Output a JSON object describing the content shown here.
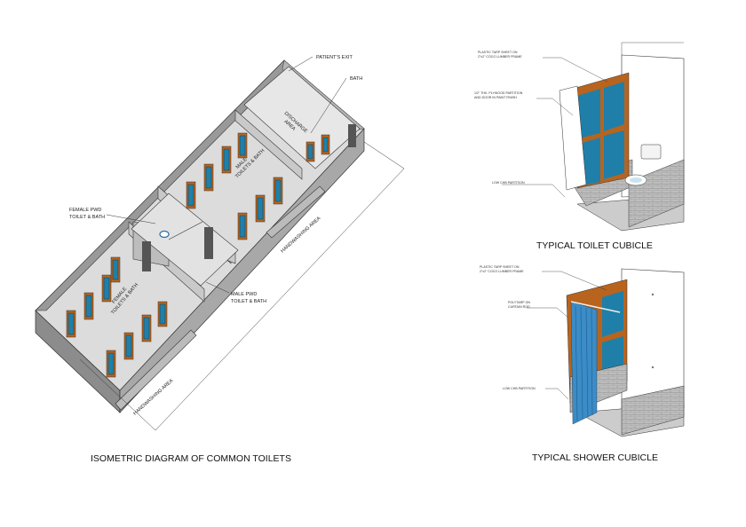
{
  "main_diagram": {
    "title": "ISOMETRIC DIAGRAM OF COMMON TOILETS",
    "labels": {
      "patients_exit": "PATIENT'S EXIT",
      "bath": "BATH",
      "discharge_area": [
        "DISCHARGE",
        "AREA"
      ],
      "male_toilets": [
        "MALE",
        "TOILETS & BATH"
      ],
      "female_pwd": [
        "FEMALE PWD",
        "TOILET & BATH"
      ],
      "male_pwd": [
        "MALE PWD",
        "TOILET & BATH"
      ],
      "female_toilets": [
        "FEMALE",
        "TOILETS & BATH"
      ],
      "handwashing_upper": "HANDWASHING AREA",
      "handwashing_lower": "HANDWASHING AREA"
    }
  },
  "toilet_cubicle": {
    "title": "TYPICAL TOILET CUBICLE",
    "callouts": [
      [
        "PLASTIC TARP SHEET ON",
        "2\"x2\" COCO LUMBER FRAME"
      ],
      [
        "1/2\" THK. PLYWOOD PARTITION",
        "AND DOOR IN PAINT FINISH"
      ],
      [
        "LOW CHB PARTITION"
      ]
    ]
  },
  "shower_cubicle": {
    "title": "TYPICAL SHOWER CUBICLE",
    "callouts": [
      [
        "PLASTIC TARP SHEET ON",
        "2\"x2\" COCO LUMBER FRAME"
      ],
      [
        "POLYTARP ON",
        "CURTAIN ROD"
      ],
      [
        "LOW CHB PARTITION"
      ]
    ]
  },
  "colors": {
    "tarp": "#1f7fa8",
    "lumber": "#b8641e",
    "wall": "#9a9a9a",
    "floor": "#d8d8d8",
    "block": "#b9b9b9"
  }
}
